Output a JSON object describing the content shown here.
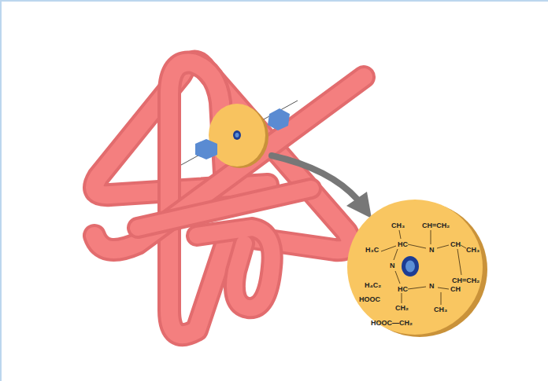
{
  "diagram": {
    "labels": [
      "CH₃",
      "CH=CH₂",
      "H₃C",
      "HC",
      "N",
      "CH",
      "CH₃",
      "N",
      "CH=CH₂",
      "H₄C₂",
      "HC",
      "N",
      "CH",
      "HOOC",
      "CH₂",
      "CH₃",
      "HOOC—CH₂"
    ]
  }
}
